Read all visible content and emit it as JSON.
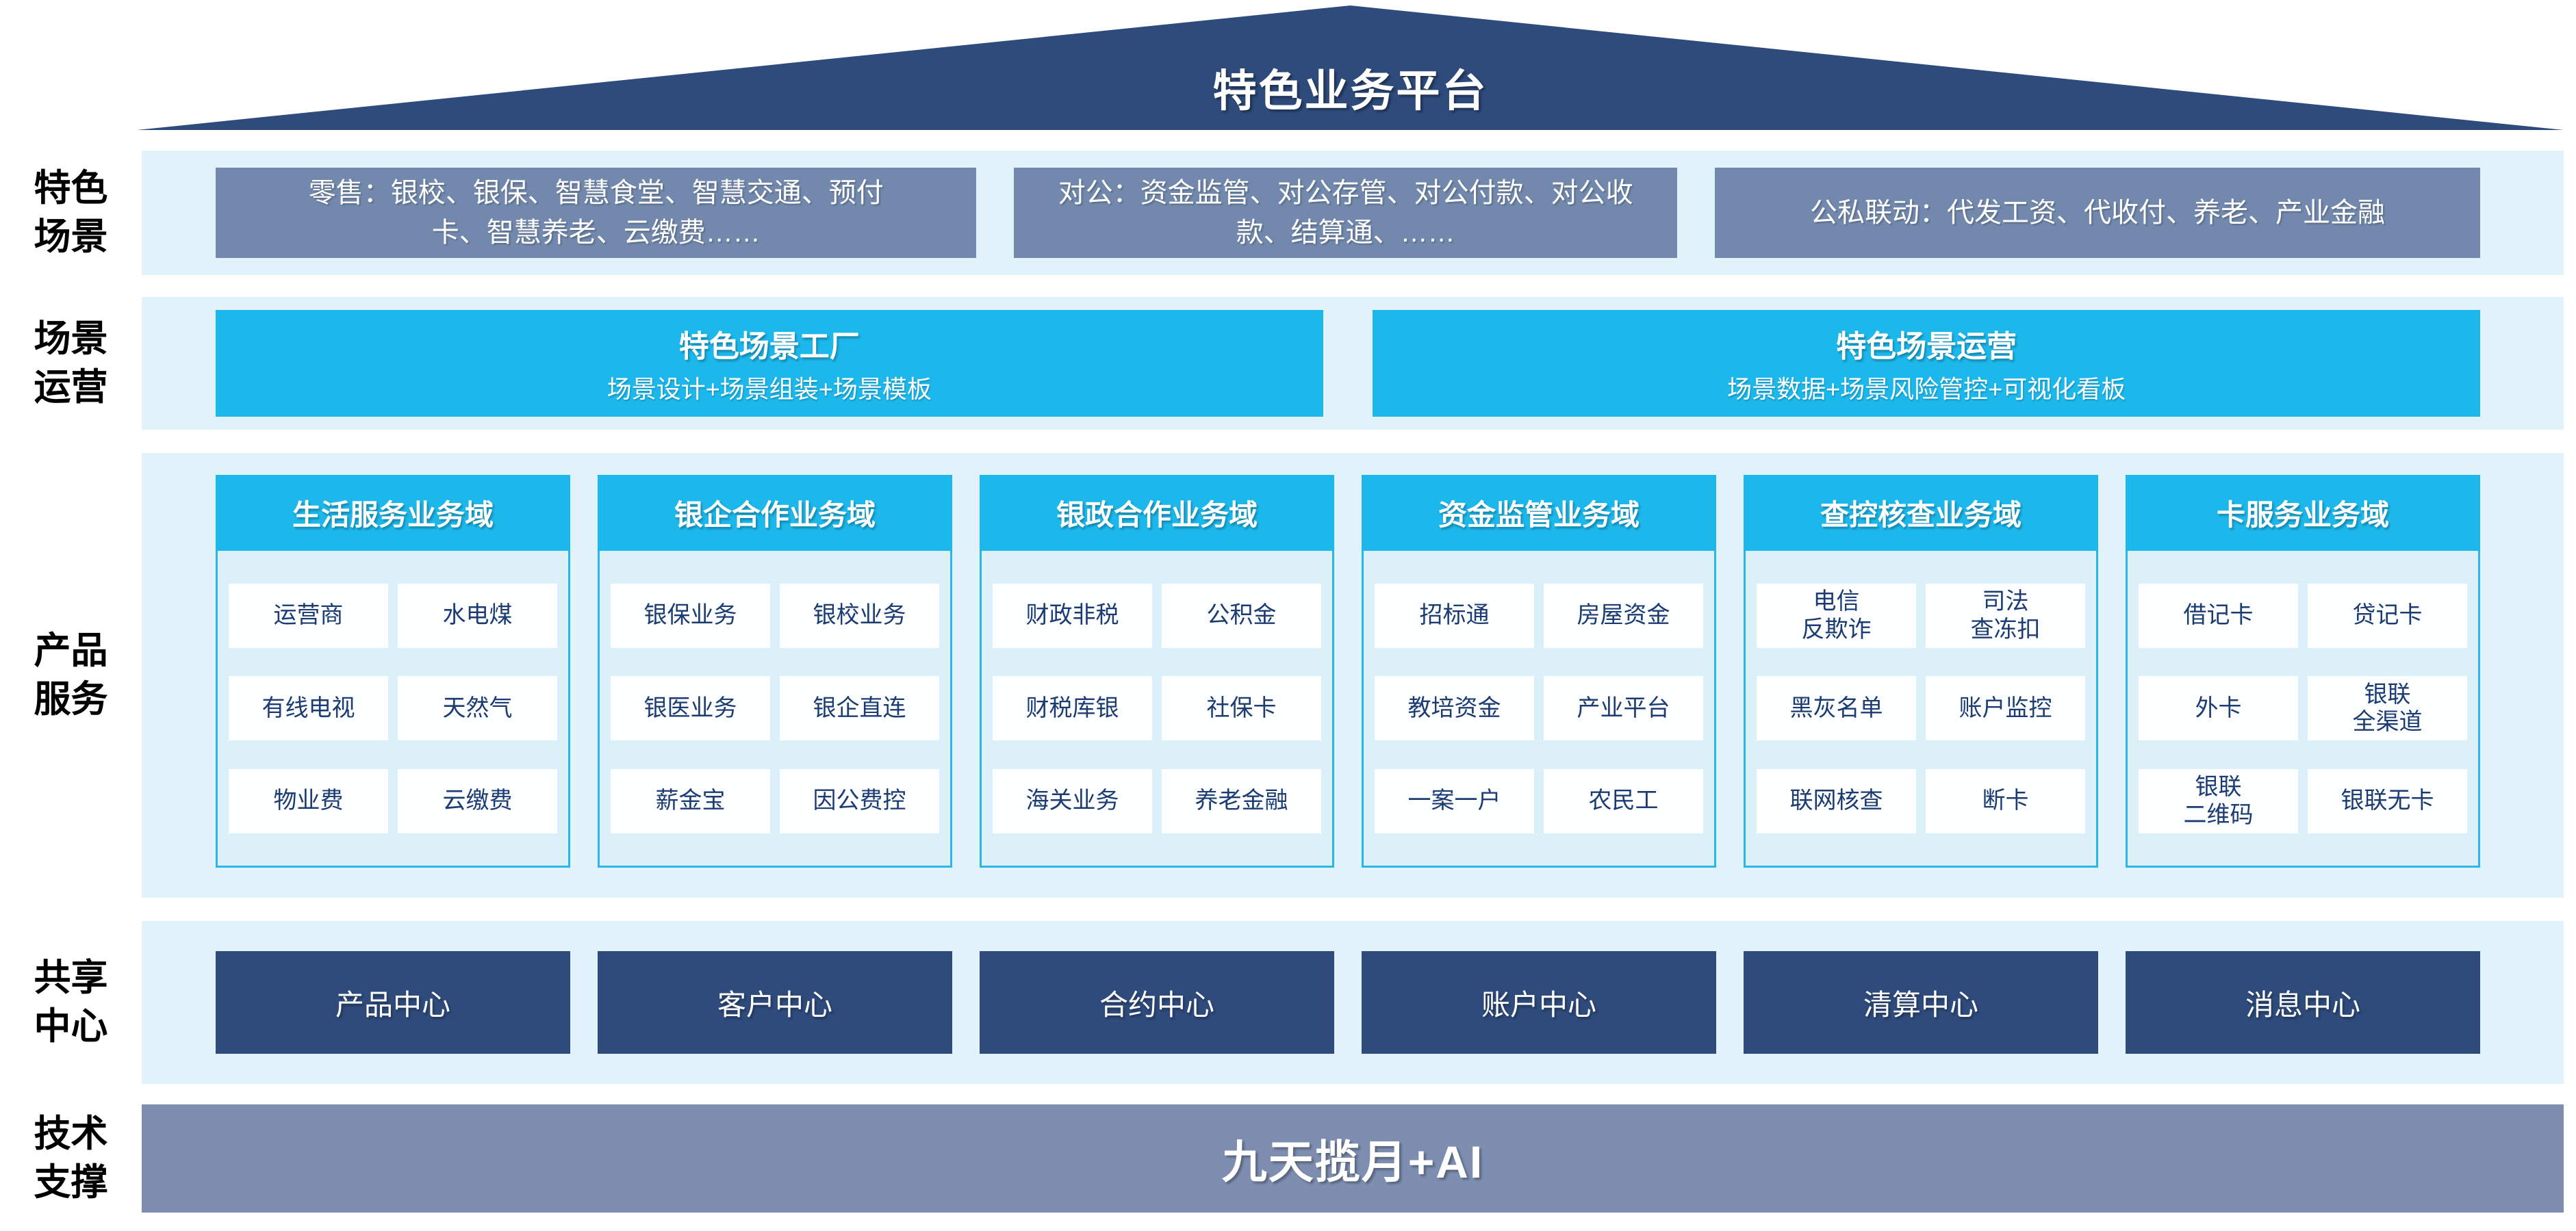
{
  "title": "特色业务平台",
  "labels": {
    "scenes": "特色\n场景",
    "operation": "场景\n运营",
    "products": "产品\n服务",
    "shared": "共享\n中心",
    "tech": "技术\n支撑"
  },
  "scenes": {
    "boxes": [
      "零售：银校、银保、智慧食堂、智慧交通、预付\n卡、智慧养老、云缴费……",
      "对公：资金监管、对公存管、对公付款、对公收\n款、结算通、……",
      "公私联动：代发工资、代收付、养老、产业金融"
    ]
  },
  "operation": {
    "boxes": [
      {
        "title": "特色场景工厂",
        "subtitle": "场景设计+场景组装+场景模板"
      },
      {
        "title": "特色场景运营",
        "subtitle": "场景数据+场景风险管控+可视化看板"
      }
    ]
  },
  "products": {
    "columns": [
      {
        "header": "生活服务业务域",
        "cells": [
          "运营商",
          "水电煤",
          "有线电视",
          "天然气",
          "物业费",
          "云缴费"
        ]
      },
      {
        "header": "银企合作业务域",
        "cells": [
          "银保业务",
          "银校业务",
          "银医业务",
          "银企直连",
          "薪金宝",
          "因公费控"
        ]
      },
      {
        "header": "银政合作业务域",
        "cells": [
          "财政非税",
          "公积金",
          "财税库银",
          "社保卡",
          "海关业务",
          "养老金融"
        ]
      },
      {
        "header": "资金监管业务域",
        "cells": [
          "招标通",
          "房屋资金",
          "教培资金",
          "产业平台",
          "一案一户",
          "农民工"
        ]
      },
      {
        "header": "查控核查业务域",
        "cells": [
          "电信\n反欺诈",
          "司法\n查冻扣",
          "黑灰名单",
          "账户监控",
          "联网核查",
          "断卡"
        ]
      },
      {
        "header": "卡服务业务域",
        "cells": [
          "借记卡",
          "贷记卡",
          "外卡",
          "银联\n全渠道",
          "银联\n二维码",
          "银联无卡"
        ]
      }
    ]
  },
  "shared": {
    "centers": [
      "产品中心",
      "客户中心",
      "合约中心",
      "账户中心",
      "清算中心",
      "消息中心"
    ]
  },
  "tech": {
    "bar": "九天揽月+AI"
  },
  "colors": {
    "roof_navy": "#2E4B7C",
    "band_bg": "#E1F2FB",
    "scene_gray": "#7289AD",
    "cyan": "#1CB8EC",
    "body_bg": "#DCF0FA",
    "body_border": "#2AB6E9",
    "cell_bg": "#FDFEFF",
    "cell_text": "#1B3C73",
    "center_navy": "#2E4B7C",
    "tech_gray": "#7D8EB1"
  }
}
